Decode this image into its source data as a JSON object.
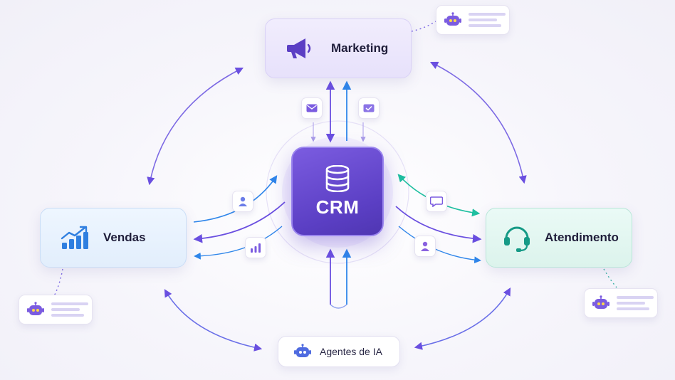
{
  "diagram": {
    "center": {
      "label": "CRM",
      "icon": "database-icon"
    },
    "nodes": {
      "marketing": {
        "label": "Marketing",
        "icon": "megaphone-icon"
      },
      "vendas": {
        "label": "Vendas",
        "icon": "bar-chart-growth-icon"
      },
      "atendimento": {
        "label": "Atendimento",
        "icon": "headset-icon"
      },
      "agentes": {
        "label": "Agentes de IA",
        "icon": "robot-icon"
      }
    },
    "colors": {
      "accent_purple": "#5b3fc4",
      "marketing_bg": "#ece7fc",
      "vendas_bg": "#e8f2fe",
      "atendimento_bg": "#e2f6f0",
      "arrow_purple": "#6a4fe0",
      "arrow_blue": "#2f86ea",
      "arrow_teal": "#1fbfa0"
    }
  }
}
